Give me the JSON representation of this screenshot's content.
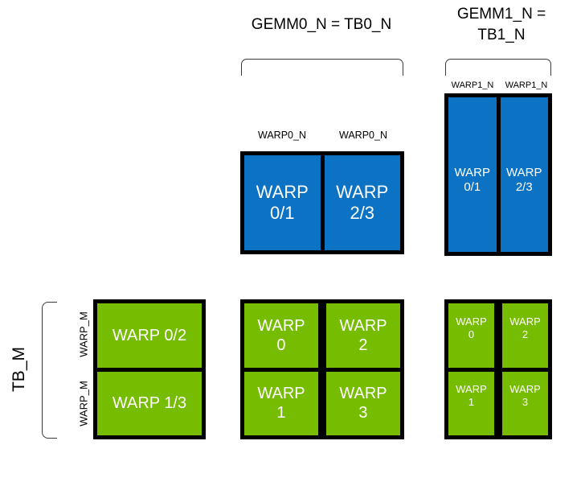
{
  "figure": {
    "title_gemm0": "GEMM0_N = TB0_N",
    "title_gemm1": "GEMM1_N =\nTB1_N",
    "tb_m_label": "TB_M",
    "colors": {
      "blue": "#0b72c4",
      "green": "#76bc00",
      "border": "#000000",
      "bracket": "#3a3a3a",
      "background": "#ffffff",
      "cell_text": "#ffffff"
    }
  },
  "gemm0": {
    "heading": "GEMM0_N = TB0_N",
    "col_labels": [
      "WARP0_N",
      "WARP0_N"
    ],
    "blue_cells": [
      "WARP\n0/1",
      "WARP\n2/3"
    ],
    "green_cells": [
      [
        "WARP\n0",
        "WARP\n1"
      ],
      [
        "WARP\n2",
        "WARP\n3"
      ]
    ]
  },
  "gemm1": {
    "heading": "GEMM1_N =\nTB1_N",
    "col_labels": [
      "WARP1_N",
      "WARP1_N"
    ],
    "blue_cells": [
      "WARP\n0/1",
      "WARP\n2/3"
    ],
    "green_cells": [
      [
        "WARP\n0",
        "WARP\n1"
      ],
      [
        "WARP\n2",
        "WARP\n3"
      ]
    ]
  },
  "left_group": {
    "tb_m": "TB_M",
    "warp_m_top": "WARP_M",
    "warp_m_bottom": "WARP_M",
    "cells": [
      "WARP 0/2",
      "WARP 1/3"
    ]
  }
}
